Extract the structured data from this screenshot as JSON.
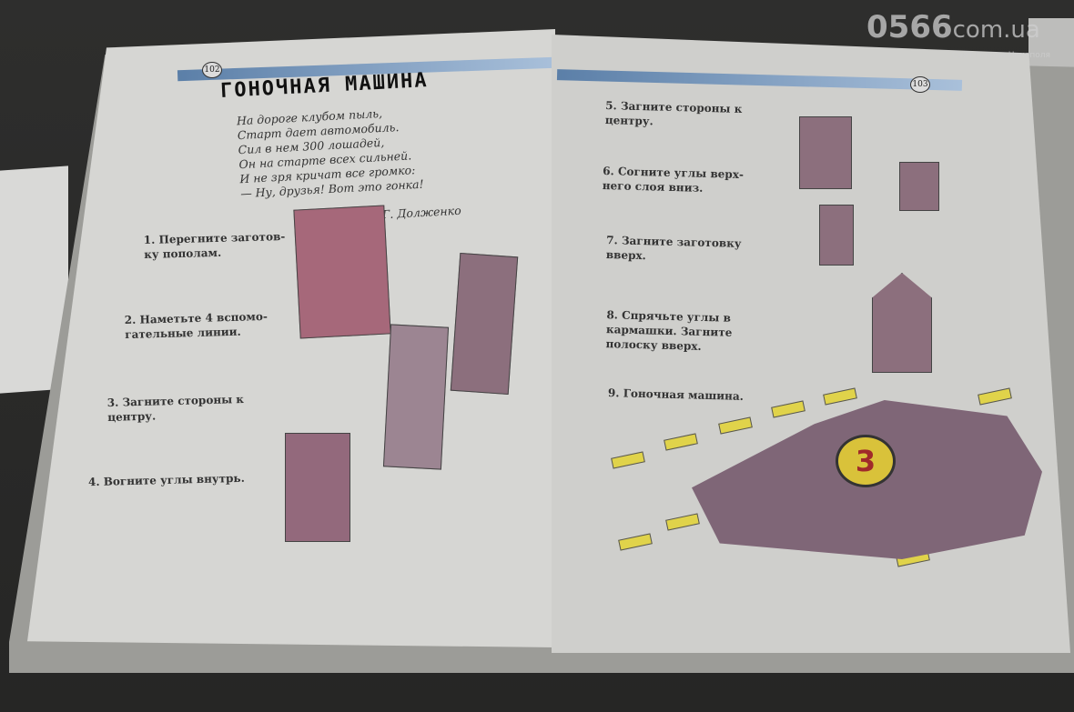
{
  "watermark": {
    "number": "0566",
    "domain": "com.ua",
    "tagline": "Сайт города Никополя"
  },
  "left_page": {
    "page_number": "102",
    "title": "ГОНОЧНАЯ МАШИНА",
    "poem": [
      "На дороге клубом пыль,",
      "Старт дает автомобиль.",
      "Сил в нем 300 лошадей,",
      "Он на старте всех сильней.",
      "И не зря кричат все громко:",
      "— Ну, друзья! Вот это гонка!"
    ],
    "author": "Г. Долженко",
    "steps": [
      "1. Перегните заготов-\nку пополам.",
      "2. Наметьте 4 вспомо-\nгательные линии.",
      "3. Загните стороны к\nцентру.",
      "4. Вогните углы внутрь."
    ]
  },
  "right_page": {
    "page_number": "103",
    "steps": [
      "5. Загните стороны к\nцентру.",
      "6. Согните углы верх-\nнего слоя вниз.",
      "7. Загните заготовку\nвверх.",
      "8. Спрячьте углы в\nкармашки. Загните\nполоску вверх.",
      "9. Гоночная машина."
    ],
    "car_number": "3"
  }
}
